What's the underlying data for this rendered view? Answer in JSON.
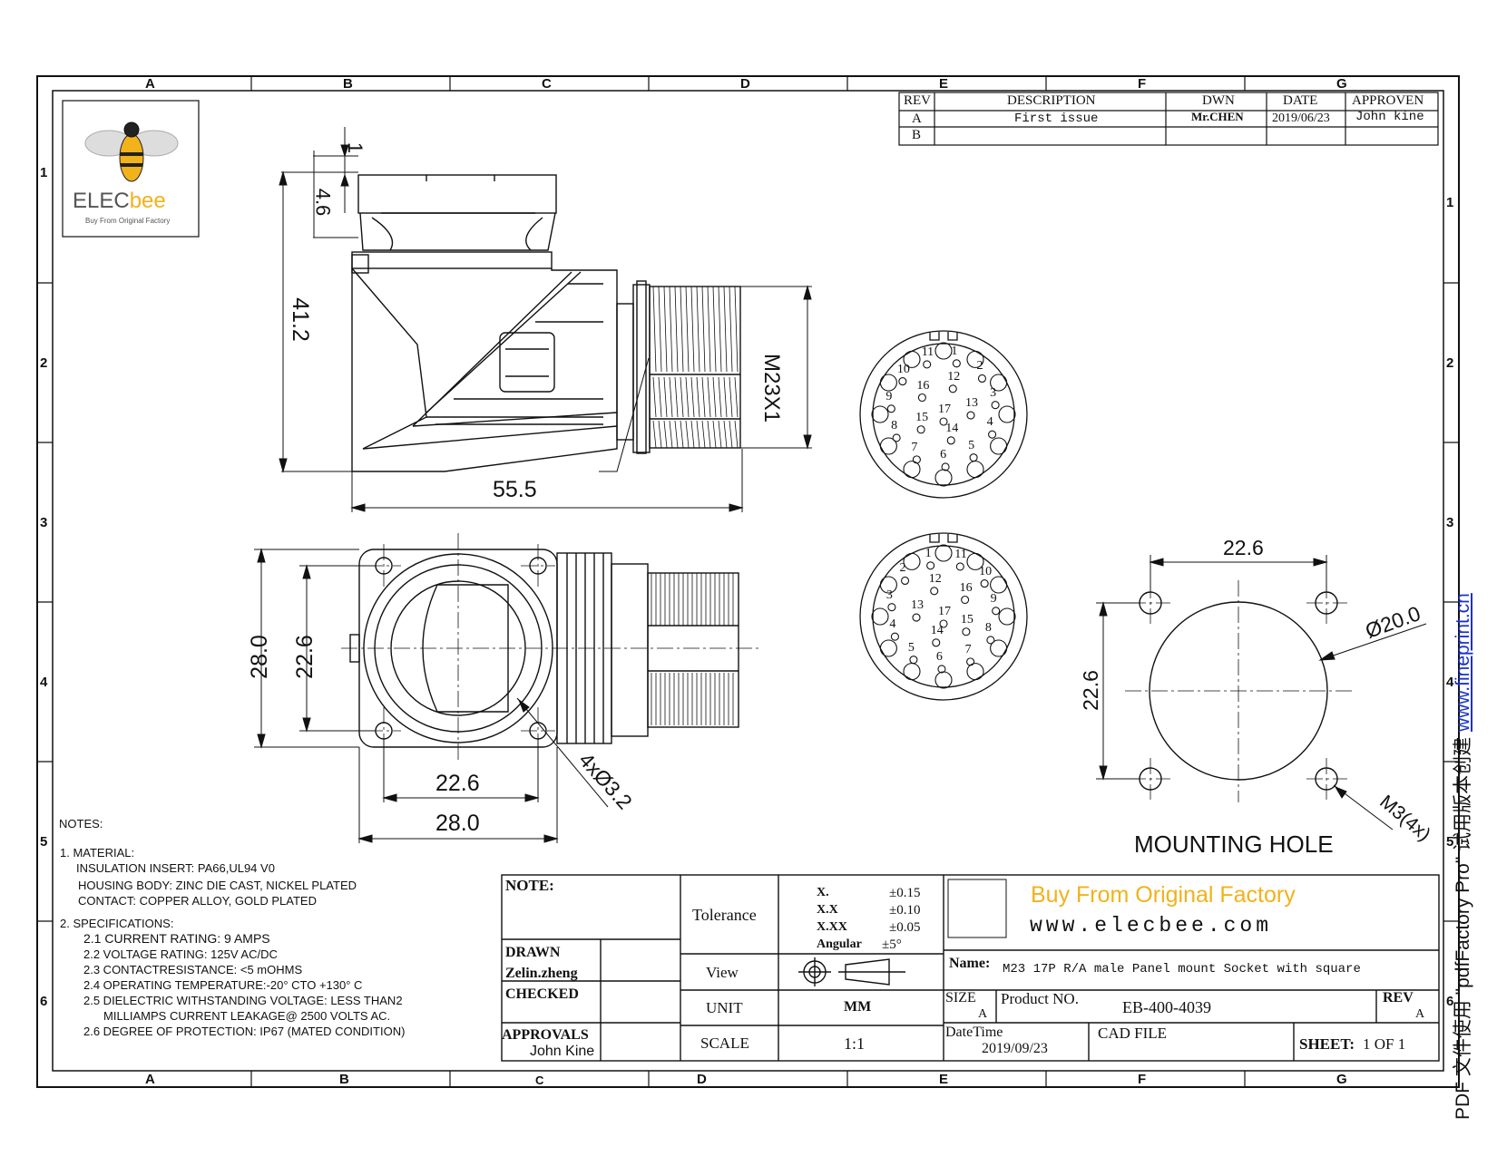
{
  "border": {
    "cols_top": [
      "A",
      "B",
      "C",
      "D",
      "E",
      "F",
      "G"
    ],
    "cols_bottom": [
      "A",
      "B",
      "C",
      "D",
      "E",
      "F",
      "G"
    ],
    "rows": [
      "1",
      "2",
      "3",
      "4",
      "5",
      "6"
    ]
  },
  "logo": {
    "brand_left": "ELEC",
    "brand_right": "bee",
    "tagline": "Buy From Original Factory"
  },
  "revisions": {
    "headers": [
      "REV",
      "DESCRIPTION",
      "DWN",
      "DATE",
      "APPROVEN"
    ],
    "rows": [
      [
        "A",
        "First issue",
        "Mr.CHEN",
        "2019/06/23",
        "John kine"
      ],
      [
        "B",
        "",
        "",
        "",
        ""
      ]
    ]
  },
  "dimensions": {
    "side": {
      "top_gap": "1",
      "cap": "4.6",
      "height": "41.2",
      "thread": "M23X1",
      "length": "55.5"
    },
    "front": {
      "outer_h": "28.0",
      "inner_h": "22.6",
      "inner_w": "22.6",
      "outer_w": "28.0",
      "holes": "4xØ3.2"
    },
    "mount": {
      "width": "22.6",
      "height": "22.6",
      "diameter": "Ø20.0",
      "thread": "M3(4x)",
      "label": "MOUNTING HOLE"
    }
  },
  "pins_top": [
    "1",
    "2",
    "3",
    "4",
    "5",
    "6",
    "7",
    "8",
    "9",
    "10",
    "11",
    "12",
    "13",
    "14",
    "15",
    "16",
    "17"
  ],
  "notes": {
    "title": "NOTES:",
    "lines": [
      "1.  MATERIAL:",
      "INSULATION INSERT: PA66,UL94 V0",
      "HOUSING BODY: ZINC DIE CAST, NICKEL PLATED",
      "CONTACT: COPPER ALLOY, GOLD PLATED",
      "2.  SPECIFICATIONS:",
      "2.1  CURRENT  RATING: 9 AMPS",
      "2.2 VOLTAGE RATING: 125V AC/DC",
      "2.3 CONTACTRESISTANCE: <5 mOHMS",
      "2.4 OPERATING TEMPERATURE:-20° CTO +130° C",
      "2.5 DIELECTRIC WITHSTANDING VOLTAGE: LESS THAN2",
      "MILLIAMPS CURRENT LEAKAGE@ 2500 VOLTS AC.",
      "2.6 DEGREE OF PROTECTION: IP67 (MATED CONDITION)"
    ]
  },
  "title_block": {
    "note_label": "NOTE:",
    "tolerance_label": "Tolerance",
    "tolerances": [
      {
        "k": "X.",
        "v": "±0.15"
      },
      {
        "k": "X.X",
        "v": "±0.10"
      },
      {
        "k": "X.XX",
        "v": "±0.05"
      },
      {
        "k": "Angular",
        "v": "±5°"
      }
    ],
    "drawn_label": "DRAWN",
    "drawn_value": "Zelin.zheng",
    "checked_label": "CHECKED",
    "approvals_label": "APPROVALS",
    "approvals_value": "John Kine",
    "view_label": "View",
    "unit_label": "UNIT",
    "unit_value": "MM",
    "scale_label": "SCALE",
    "scale_value": "1:1",
    "slogan": "Buy From Original  Factory",
    "website": "www.elecbee.com",
    "name_label": "Name:",
    "name_value": "M23 17P R/A male Panel mount Socket with square",
    "size_label": "SIZE",
    "size_value": "A",
    "product_label": "Product NO.",
    "product_value": "EB-400-4039",
    "rev_label": "REV",
    "rev_value": "A",
    "datetime_label": "DateTime",
    "datetime_value": "2019/09/23",
    "cadfile_label": "CAD FILE",
    "sheet_label": "SHEET:",
    "sheet_value": "1 OF 1"
  },
  "watermark": {
    "text": "PDF 文件使用 \"pdfFactory Pro\" 试用版本创建 ",
    "link": "www.fineprint.cn"
  },
  "colors": {
    "line": "#111111",
    "brand": "#f2b21a",
    "link": "#1a33c8"
  }
}
